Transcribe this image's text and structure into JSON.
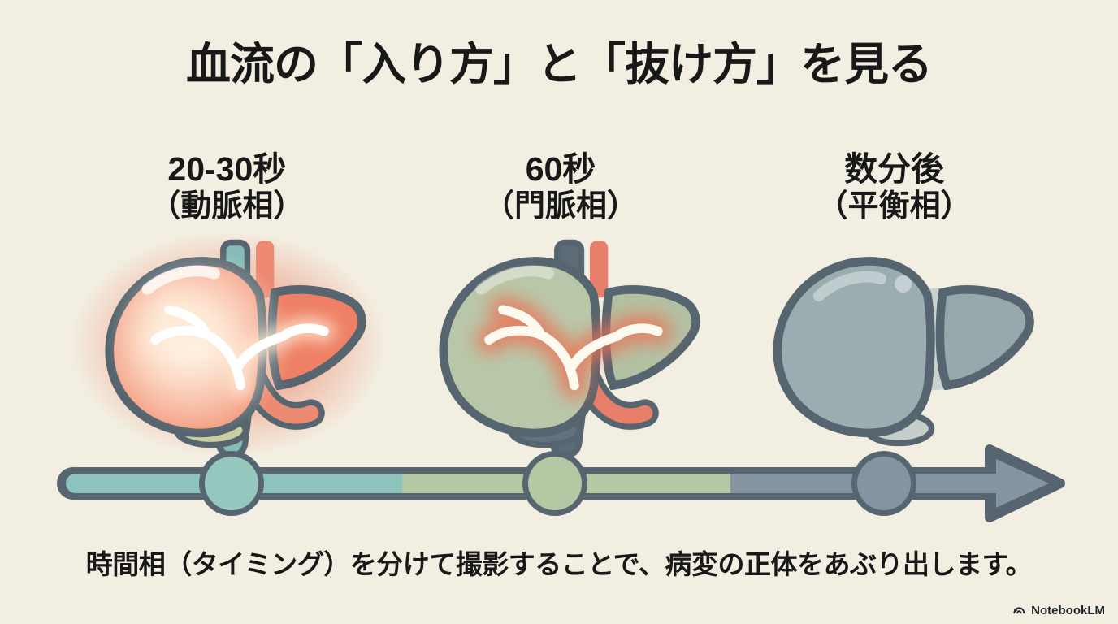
{
  "page": {
    "title": "血流の「入り方」と「抜け方」を見る",
    "caption": "時間相（タイミング）を分けて撮影することで、病変の正体をあぶり出します。",
    "brand": "NotebookLM"
  },
  "colors": {
    "background": "#f2efe2",
    "ink": "#181818",
    "outline": "#56656f"
  },
  "phases": [
    {
      "time_label": "20-30秒",
      "phase_label": "（動脈相）",
      "description": "arterial phase - liver glows red",
      "liver_center": "#ffeeda",
      "liver_mid": "#f7b298",
      "liver_fill": "#ef8a6e",
      "lobe_fill": "#ee8165",
      "glow_color": "#ef7155",
      "inner_glow": "#fff6e8",
      "tree_color": "#ffffff",
      "tree_glow": "#ffe9d4",
      "vein_color": "#85bdb5",
      "artery_color": "#ec8a72",
      "gallbladder_color": "#c9cfa2"
    },
    {
      "time_label": "60秒",
      "phase_label": "（門脈相）",
      "description": "portal venous phase - sage liver with glowing red portal branches",
      "liver_fill": "#b9c7a9",
      "lobe_fill": "#b3c1a3",
      "tree_color": "#fdfaf0",
      "tree_glow": "#ee6f52",
      "vein_color": "#5d6b77",
      "artery_color": "#e87f6a",
      "gallbladder_color": "#64727e"
    },
    {
      "time_label": "数分後",
      "phase_label": "（平衡相）",
      "description": "equilibrium phase - uniform gray liver",
      "liver_fill": "#9badb0",
      "lobe_fill": "#97a9ac",
      "gap_fill": "#c9d2cf",
      "gallbladder_color": "#c5cecb"
    }
  ],
  "timeline": {
    "node_count": 3,
    "segment_colors": [
      "#8cc3bc",
      "#b5c8a3",
      "#8695a1"
    ],
    "node_colors": [
      "#96c8c0",
      "#b5c8a3",
      "#8494a0"
    ],
    "arrow_color": "#8695a1",
    "outline_color": "#56656f"
  }
}
